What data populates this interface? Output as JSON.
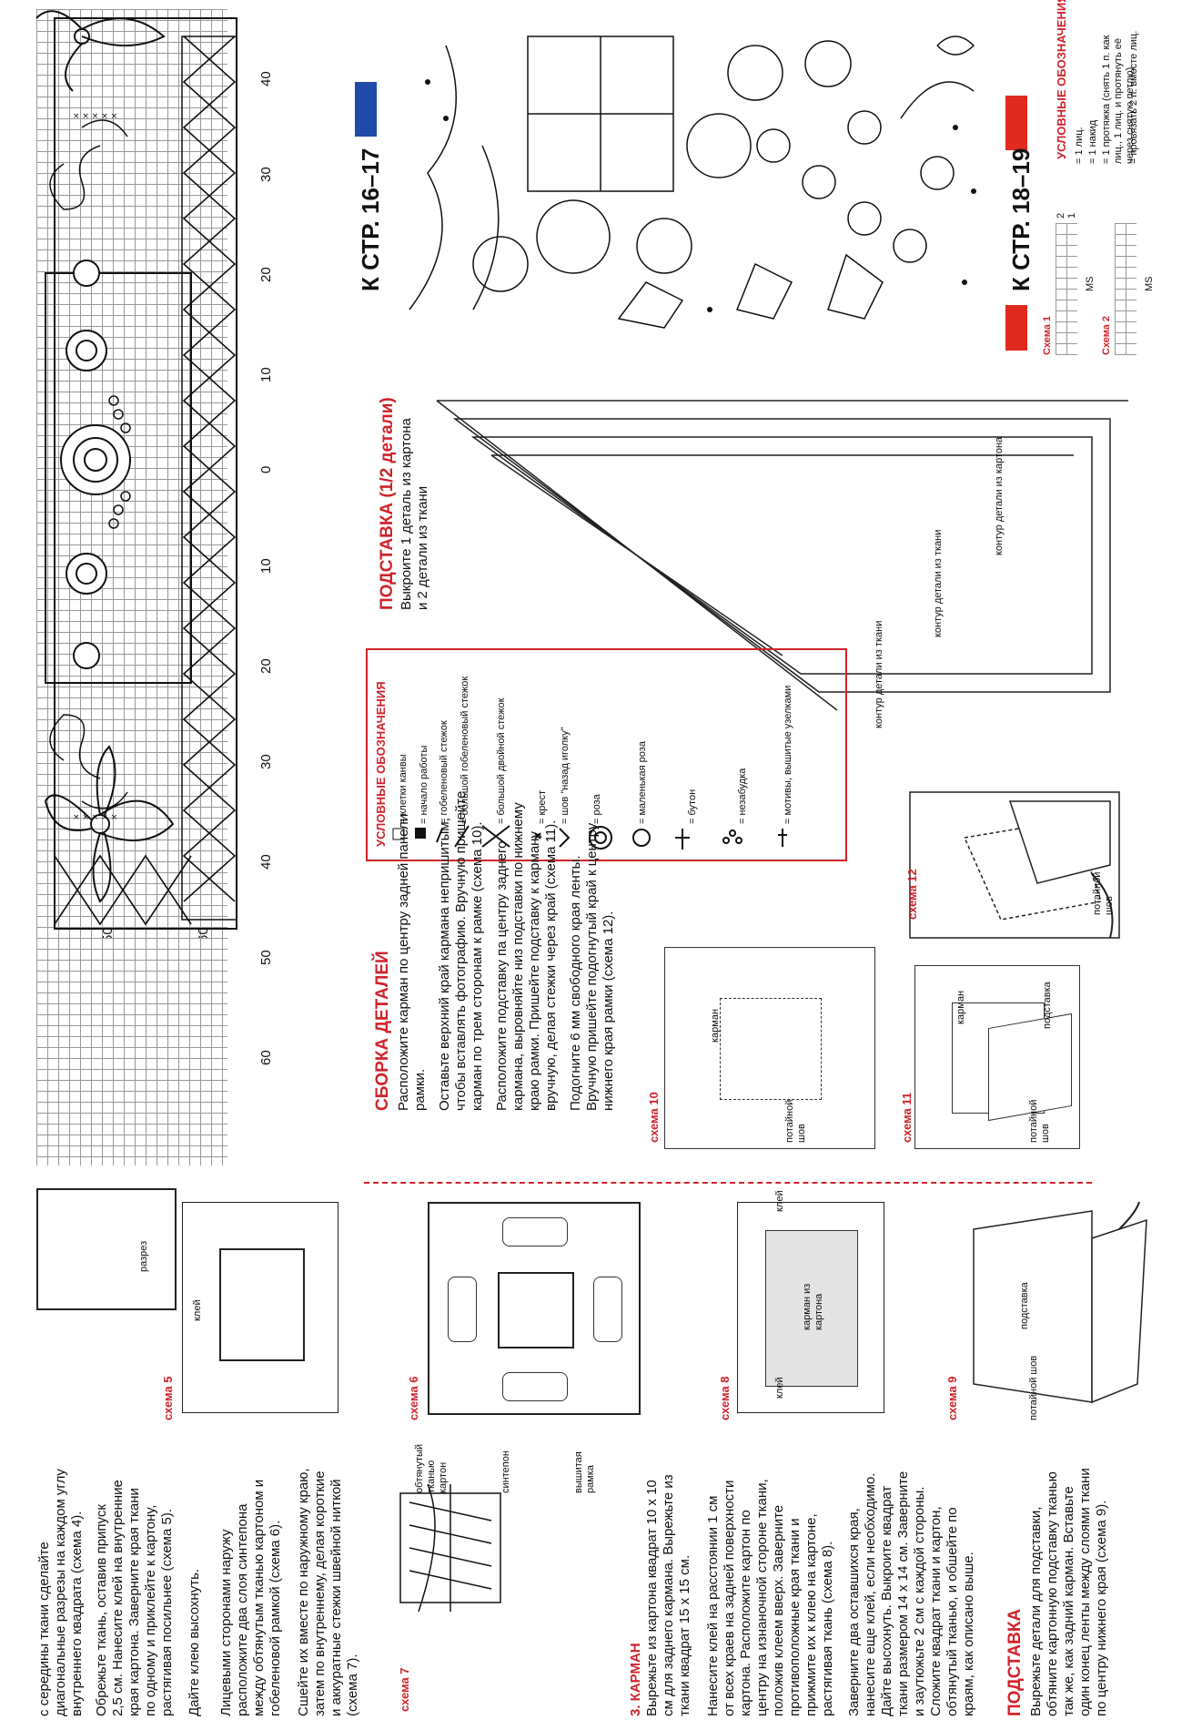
{
  "pattern": {
    "axis_top": [
      "40",
      "30",
      "20",
      "10",
      "0",
      "10",
      "20",
      "30",
      "40",
      "50",
      "60"
    ],
    "axis_side": [
      "50",
      "60"
    ]
  },
  "heading_16_17": "К СТР. 16–17",
  "heading_18_19": "К СТР. 18–19",
  "legend_right": {
    "title": "УСЛОВНЫЕ ОБОЗНАЧЕНИЯ",
    "items": [
      "= 1 лиц.",
      "= 1 накид",
      "= 1 протяжка (снять 1 п. как лиц., 1 лиц. и протянуть её через снятую петлю)",
      "= провязать 2 п. вместе лиц."
    ],
    "scheme1": "Схема 1",
    "scheme2": "Схема 2",
    "ms": "MS",
    "row_nums": [
      "2",
      "1"
    ]
  },
  "podstavka_pattern": {
    "title": "ПОДСТАВКА (1/2 детали)",
    "line1": "Выкроите 1 деталь из картона",
    "line2": "и 2 детали из ткани",
    "label_cardboard": "контур детали из картона",
    "label_fabric1": "контур детали из ткани",
    "label_fabric2": "контур детали из ткани"
  },
  "legend_left": {
    "title": "УСЛОВНЫЕ ОБОЗНАЧЕНИЯ",
    "items": [
      "= клетки канвы",
      "= начало работы",
      "= гобеленовый стежок",
      "= большой гобеленовый стежок",
      "= большой двойной стежок",
      "= крест",
      "= шов \"назад иголку\"",
      "= роза",
      "= маленькая роза",
      "= бутон",
      "= незабудка",
      "= мотивы, вышитые узелками"
    ]
  },
  "assembly": {
    "title": "СБОРКА ДЕТАЛЕЙ",
    "p1": [
      "Расположите карман по центру задней панели",
      "рамки."
    ],
    "p2": [
      "Оставьте верхний край кармана непришитым,",
      "чтобы вставлять фотографию. Вручную пришейте",
      "карман по трем сторонам к рамке (схема 10)."
    ],
    "p3": [
      "Расположите подставку па центру заднего",
      "кармана, выровняйте низ подставки по нижнему",
      "краю рамки. Пришейте подставку к карману",
      "вручную, делая стежки через край (схема 11)."
    ],
    "p4": [
      "Подогните 6  мм свободного края ленты.",
      "Вручную пришейте подогнутый край к центру",
      "нижнего края рамки (схема 12)."
    ]
  },
  "schemes": {
    "s5": "схема 5",
    "s6": "схема 6",
    "s7": "схема 7",
    "s8": "схема 8",
    "s9": "схема 9",
    "s10": "схема 10",
    "s11": "схема 11",
    "s12": "схема 12"
  },
  "labels": {
    "razrez": "разрез",
    "klei": "клей",
    "karman": "карман",
    "karman_karton": "карман из картона",
    "podstavka": "подставка",
    "potainoi": "потайной шов",
    "obtyanuty": "обтянутый тканью картон",
    "sinteponon": "синтепон",
    "vyshitaya": "вышитая рамка"
  },
  "left_col": {
    "p1": [
      "с середины ткани сделайте",
      "диагональные разрезы на каждом углу",
      "внутреннего квадрата (схема 4)."
    ],
    "p2": [
      "Обрежьте ткань, оставив припуск",
      "2,5 см. Нанесите клей на внутренние",
      "края картона. Заверните края ткани",
      "по одному и приклейте к картону,",
      "растягивая посильнее (схема 5)."
    ],
    "p3": [
      "Дайте клею высохнуть."
    ],
    "p4": [
      "Лицевыми сторонами наружу",
      "расположите два слоя синтепона",
      "между обтянутым тканью картоном и",
      "гобеленовой рамкой (схема 6)."
    ],
    "p5": [
      "Сшейте их вместе по наружному краю,",
      "затем по внутреннему, делая короткие",
      "и аккуратные стежки швейной ниткой",
      "(схема 7)."
    ],
    "karman_title": "3. КАРМАН",
    "p6": [
      "Вырежьте из картона квадрат 10 х 10",
      "см для заднего кармана. Вырежьте из",
      "ткани квадрат 15 х 15 см."
    ],
    "p7": [
      "Нанесите клей на расстоянии 1 см",
      "от всех краев на задней поверхности",
      "картона. Расположите картон по",
      "центру на изнаночной стороне ткани,",
      "положив клеем вверх. Заверните",
      "противоположные края ткани и",
      "прижмите их к клею на картоне,",
      "растягивая ткань (схема 8)."
    ],
    "p8": [
      "Заверните два оставшихся края,",
      "нанесите еще клей, если необходимо.",
      "Дайте высохнуть. Выкроите квадрат",
      "ткани размером 14 х 14 см. Заверните",
      "и заутюжьте 2 см с каждой стороны.",
      "Сложите квадрат ткани и картон,",
      "обтянутый тканью, и обшейте по",
      "краям, как описано выше."
    ],
    "pod_title": "ПОДСТАВКА",
    "p9": [
      "Вырежьте детали для подставки,",
      "обтяните картонную подставку тканью",
      "так же, как задний карман. Вставьте",
      "один конец ленты между слоями ткани",
      "по центру нижнего края (схема 9)."
    ]
  }
}
